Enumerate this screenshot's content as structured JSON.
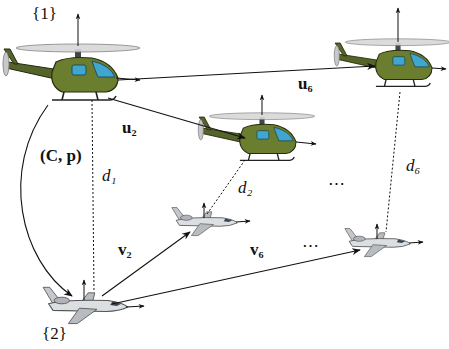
{
  "diagram": {
    "labels": [
      "{1}",
      "{2}",
      "u₂",
      "u₆",
      "(C, p)",
      "d₁",
      "d₂",
      "d₆",
      "v₂",
      "v₆",
      "⋯",
      "⋯"
    ]
  }
}
